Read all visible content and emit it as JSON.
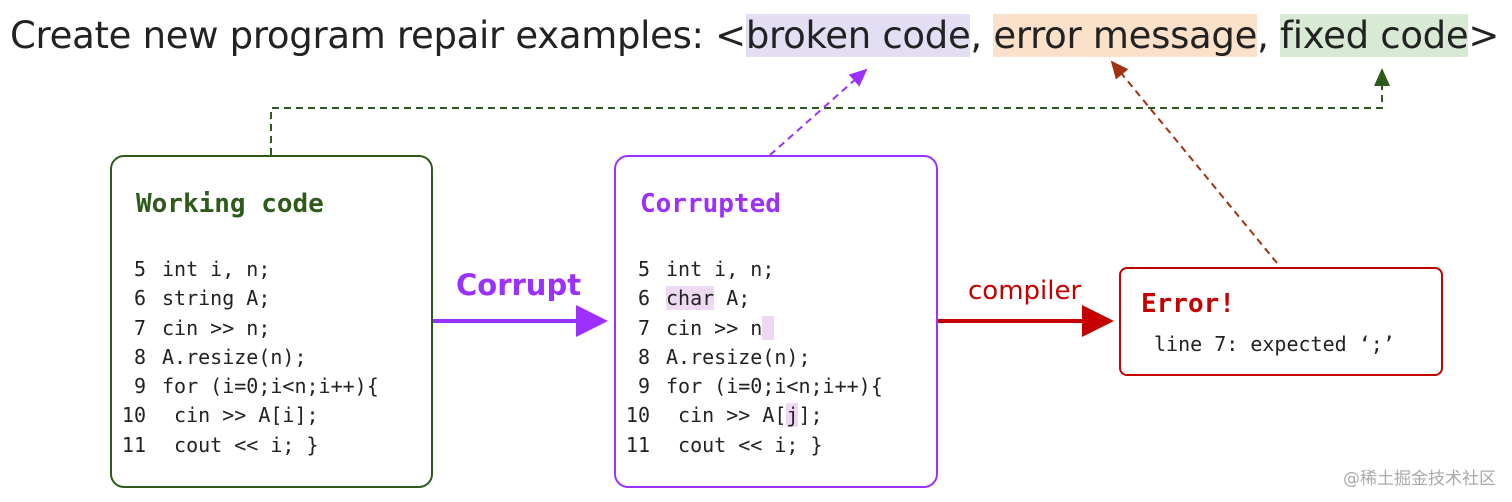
{
  "headline": {
    "prefix": "Create new program repair examples: <",
    "broken": "broken code",
    "sep1": ", ",
    "error": "error message",
    "sep2": ", ",
    "fixed": "fixed code",
    "suffix": ">"
  },
  "working": {
    "title": "Working code",
    "lines": [
      {
        "num": "5",
        "text": "int i, n;"
      },
      {
        "num": "6",
        "text": "string A;"
      },
      {
        "num": "7",
        "text": "cin >> n;"
      },
      {
        "num": "8",
        "text": "A.resize(n);"
      },
      {
        "num": "9",
        "text": "for (i=0;i<n;i++){"
      },
      {
        "num": "10",
        "text": " cin >> A[i];"
      },
      {
        "num": "11",
        "text": " cout << i; }"
      }
    ]
  },
  "corrupted": {
    "title": "Corrupted",
    "lines": [
      {
        "num": "5",
        "pre": "int i, n;",
        "mark": "",
        "post": ""
      },
      {
        "num": "6",
        "pre": "",
        "mark": "char",
        "post": " A;"
      },
      {
        "num": "7",
        "pre": "cin >> n",
        "mark": " ",
        "post": ""
      },
      {
        "num": "8",
        "pre": "A.resize(n);",
        "mark": "",
        "post": ""
      },
      {
        "num": "9",
        "pre": "for (i=0;i<n;i++){",
        "mark": "",
        "post": ""
      },
      {
        "num": "10",
        "pre": " cin >> A[",
        "mark": "j",
        "post": "];"
      },
      {
        "num": "11",
        "pre": " cout << i; }",
        "mark": "",
        "post": ""
      }
    ]
  },
  "corrupt_label": "Corrupt",
  "compiler_label": "compiler",
  "error": {
    "title": "Error!",
    "message": "line 7: expected ‘;’"
  },
  "watermark": "@稀土掘金技术社区",
  "colors": {
    "green": "#2e5b1c",
    "purple": "#9b30ff",
    "red": "#c40000"
  }
}
